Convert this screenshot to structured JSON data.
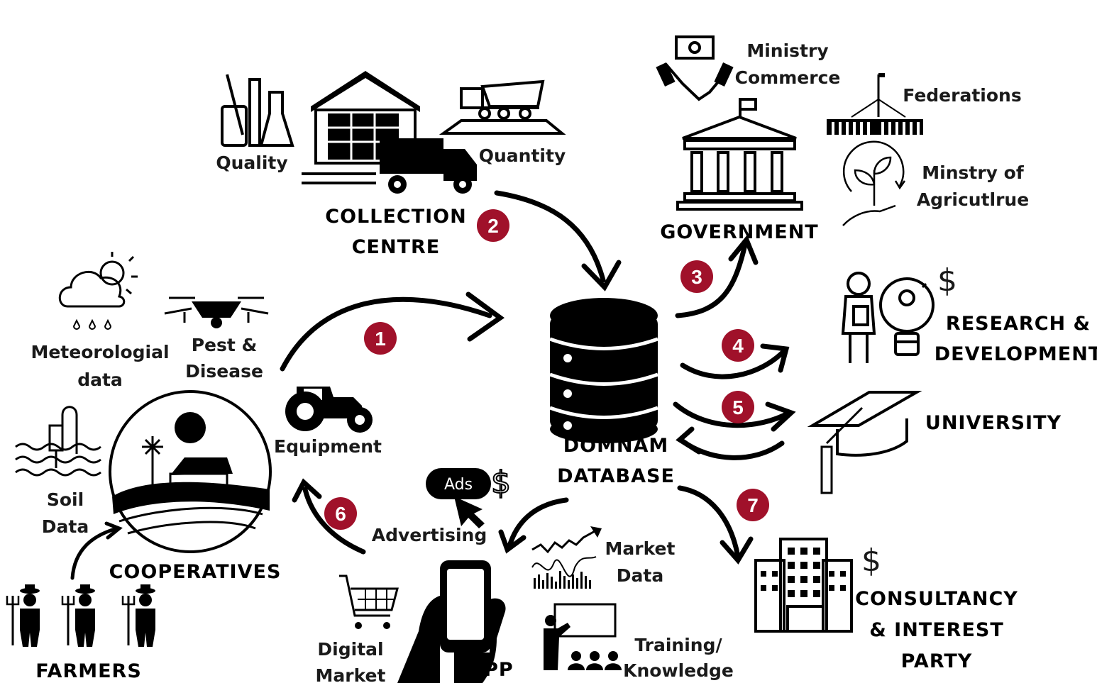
{
  "labels": {
    "quality": "Quality",
    "quantity": "Quantity",
    "collection_1": "COLLECTION",
    "collection_2": "CENTRE",
    "ministry_1": "Ministry",
    "ministry_2": "Commerce",
    "federations": "Federations",
    "agri_1": "Minstry of",
    "agri_2": "Agricutlrue",
    "government": "GOVERNMENT",
    "meteo_1": "Meteorologial",
    "meteo_2": "data",
    "pest_1": "Pest &",
    "pest_2": "Disease",
    "soil_1": "Soil",
    "soil_2": "Data",
    "equipment": "Equipment",
    "cooperatives": "COOPERATIVES",
    "farmers": "FARMERS",
    "db_1": "DOMNAM",
    "db_2": "DATABASE",
    "rd_1": "RESEARCH &",
    "rd_2": "DEVELOPMENT",
    "university": "UNIVERSITY",
    "ads": "Ads",
    "advertising": "Advertising",
    "digital_1": "Digital",
    "digital_2": "Market",
    "app": "APP",
    "market_1": "Market",
    "market_2": "Data",
    "training_1": "Training/",
    "training_2": "Knowledge",
    "consult_1": "CONSULTANCY",
    "consult_2": "& INTEREST",
    "consult_3": "PARTY",
    "dollar": "$"
  },
  "steps": [
    "1",
    "2",
    "3",
    "4",
    "5",
    "6",
    "7"
  ],
  "colors": {
    "badge": "#a0112a",
    "ink": "#000000"
  }
}
